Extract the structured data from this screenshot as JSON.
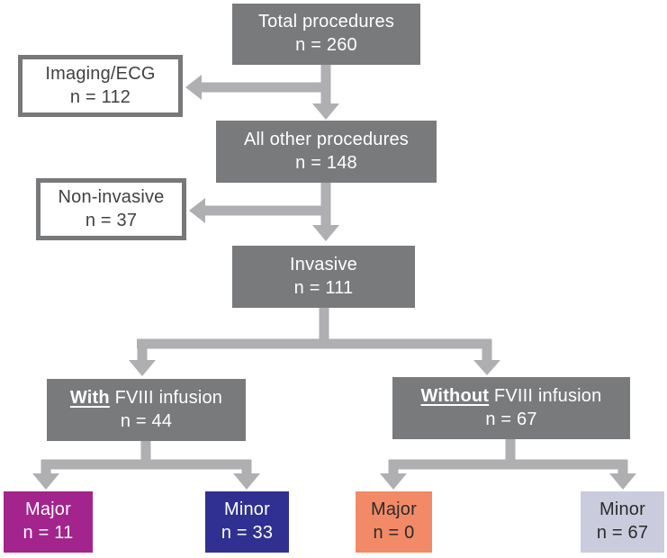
{
  "diagram": {
    "type": "flowchart",
    "description": "Procedure disposition flow diagram"
  },
  "colors": {
    "node_bg": "#797a7c",
    "node_text": "#ffffff",
    "outline_border": "#77787a",
    "outline_text": "#414143",
    "arrow": "#afafb1",
    "magenta": "#a3248d",
    "blue": "#2f3092",
    "orange": "#f28a67",
    "lavender": "#cbcbde",
    "dark_text": "#2b2b2c",
    "white_text": "#ffffff"
  },
  "boxes": {
    "total": {
      "label": "Total procedures",
      "value": "n = 260"
    },
    "imaging": {
      "label": "Imaging/ECG",
      "value": "n = 112"
    },
    "all_other": {
      "label": "All other procedures",
      "value": "n = 148"
    },
    "non_invasive": {
      "label": "Non-invasive",
      "value": "n = 37"
    },
    "invasive": {
      "label": "Invasive",
      "value": "n = 111"
    },
    "with_fviii": {
      "emph": "With",
      "rest": " FVIII infusion",
      "value": "n = 44"
    },
    "without_fviii": {
      "emph": "Without",
      "rest": " FVIII infusion",
      "value": "n = 67"
    },
    "with_major": {
      "label": "Major",
      "value": "n = 11",
      "bg": "#a3248d",
      "text": "#ffffff"
    },
    "with_minor": {
      "label": "Minor",
      "value": "n = 33",
      "bg": "#2f3092",
      "text": "#ffffff"
    },
    "without_major": {
      "label": "Major",
      "value": "n = 0",
      "bg": "#f28a67",
      "text": "#2b2b2c"
    },
    "without_minor": {
      "label": "Minor",
      "value": "n = 67",
      "bg": "#cbcbde",
      "text": "#2b2b2c"
    }
  }
}
